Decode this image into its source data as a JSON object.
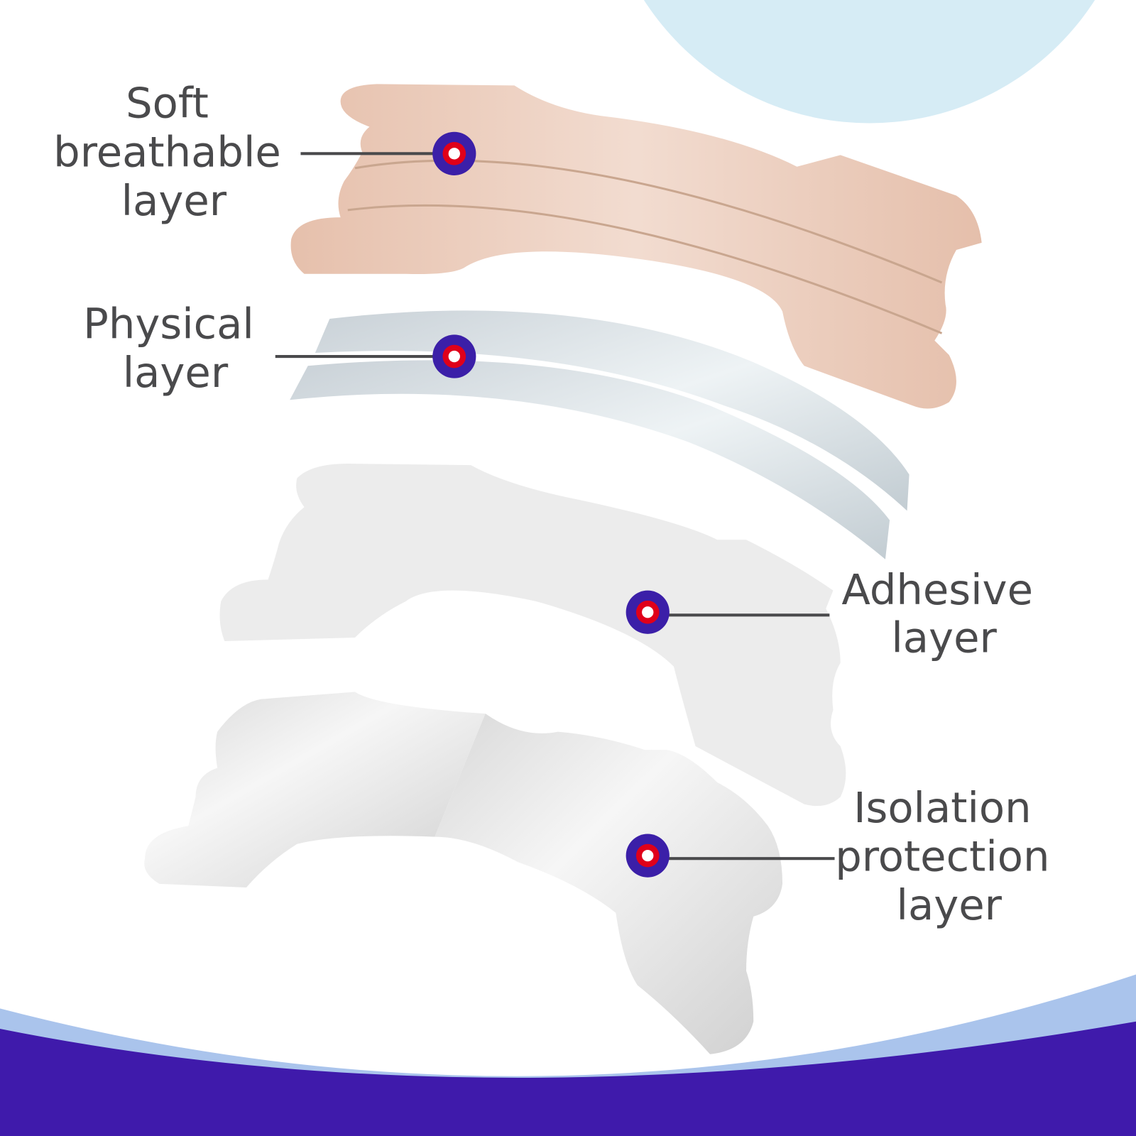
{
  "colors": {
    "text": "#4a4a4c",
    "marker_outer": "#3b1fa8",
    "marker_ring": "#e0001a",
    "marker_center": "#ffffff",
    "bottom_band": "#3f1aab",
    "bottom_accent": "#aac4ec",
    "top_circle": "#d6ecf5",
    "skin_layer": "#ebc8b6",
    "physical_layer": "#d3dbe0",
    "adhesive_layer": "#ececec",
    "isolation_layer": "#e2e2e2"
  },
  "labels": [
    {
      "lines": [
        "Soft",
        "breathable",
        "layer"
      ]
    },
    {
      "lines": [
        "Physical",
        "layer"
      ]
    },
    {
      "lines": [
        "Adhesive",
        "layer"
      ]
    },
    {
      "lines": [
        "Isolation",
        "protection",
        "layer"
      ]
    }
  ],
  "marker_icon": "target-dot-icon"
}
